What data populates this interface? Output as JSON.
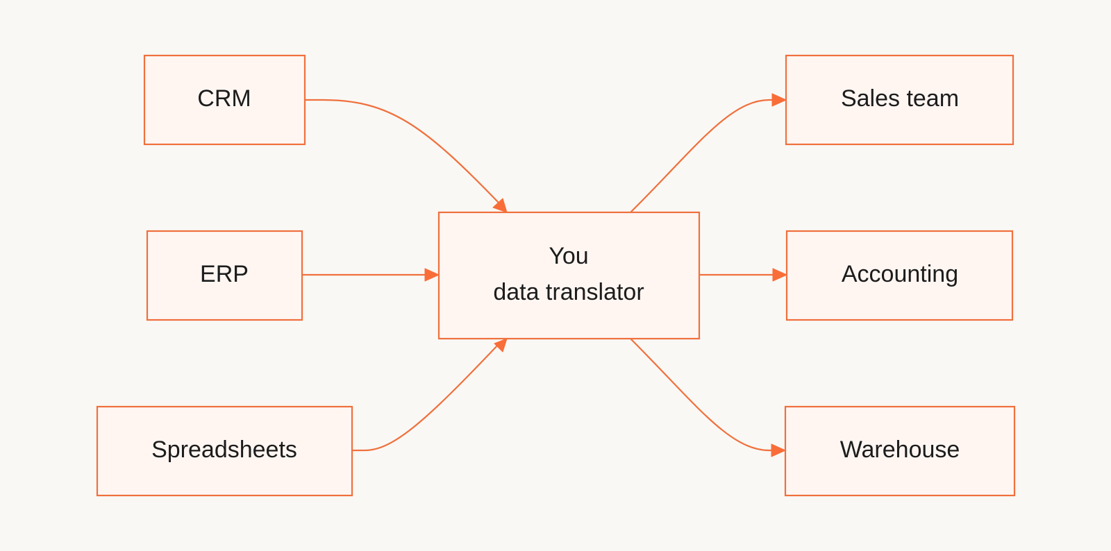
{
  "diagram": {
    "sources": [
      {
        "id": "crm",
        "label": "CRM"
      },
      {
        "id": "erp",
        "label": "ERP"
      },
      {
        "id": "spreadsheets",
        "label": "Spreadsheets"
      }
    ],
    "center": {
      "id": "translator",
      "label_line1": "You",
      "label_line2": "data translator"
    },
    "targets": [
      {
        "id": "sales",
        "label": "Sales team"
      },
      {
        "id": "accounting",
        "label": "Accounting"
      },
      {
        "id": "warehouse",
        "label": "Warehouse"
      }
    ],
    "edges": [
      {
        "from": "crm",
        "to": "translator"
      },
      {
        "from": "erp",
        "to": "translator"
      },
      {
        "from": "spreadsheets",
        "to": "translator"
      },
      {
        "from": "translator",
        "to": "sales"
      },
      {
        "from": "translator",
        "to": "accounting"
      },
      {
        "from": "translator",
        "to": "warehouse"
      }
    ],
    "colors": {
      "background": "#f9f8f4",
      "node_fill": "#fff6f2",
      "stroke": "#f0703d",
      "text": "#1c1c1c"
    }
  }
}
